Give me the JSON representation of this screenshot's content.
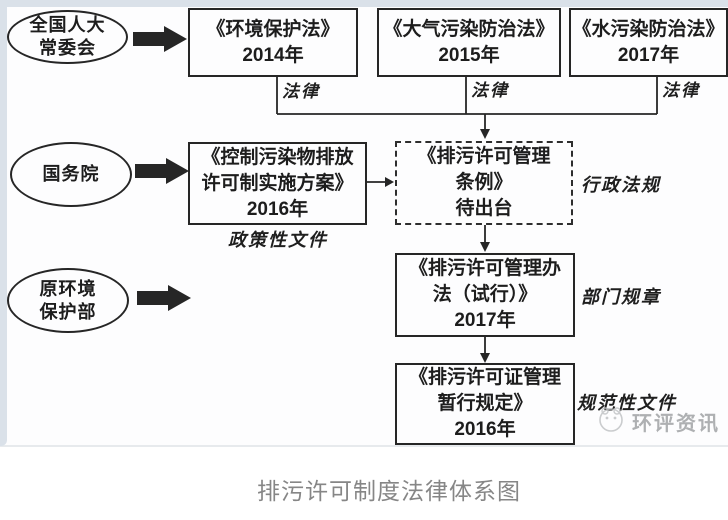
{
  "caption": "排污许可制度法律体系图",
  "issuers": {
    "npcsc": {
      "line1": "全国人大",
      "line2": "常委会"
    },
    "state_council": {
      "line1": "国务院"
    },
    "former_mep": {
      "line1": "原环境",
      "line2": "保护部"
    }
  },
  "boxes": {
    "env_law": {
      "line1": "《环境保护法》",
      "line2": "2014年"
    },
    "air_law": {
      "line1": "《大气污染防治法》",
      "line2": "2015年"
    },
    "water_law": {
      "line1": "《水污染防治法》",
      "line2": "2017年"
    },
    "impl_plan": {
      "line1": "《控制污染物排放",
      "line2": "许可制实施方案》",
      "line3": "2016年"
    },
    "regulation": {
      "line1": "《排污许可管理",
      "line2": "条例》",
      "line3": "待出台"
    },
    "measures": {
      "line1": "《排污许可管理办",
      "line2": "法（试行）》",
      "line3": "2017年"
    },
    "interim": {
      "line1": "《排污许可证管理",
      "line2": "暂行规定》",
      "line3": "2016年"
    }
  },
  "category_labels": {
    "law_under_env": "法律",
    "law_under_air": "法律",
    "law_under_water": "法律",
    "policy_document": "政策性文件",
    "administrative_regulation": "行政法规",
    "departmental_rule": "部门规章",
    "normative_document": "规范性文件"
  },
  "watermark": {
    "text": "环评资讯"
  },
  "colors": {
    "ink": "#262626",
    "edge_tint": "#dae1e9",
    "watermark_gray": "#aeb0b2",
    "caption_gray": "#868686"
  }
}
